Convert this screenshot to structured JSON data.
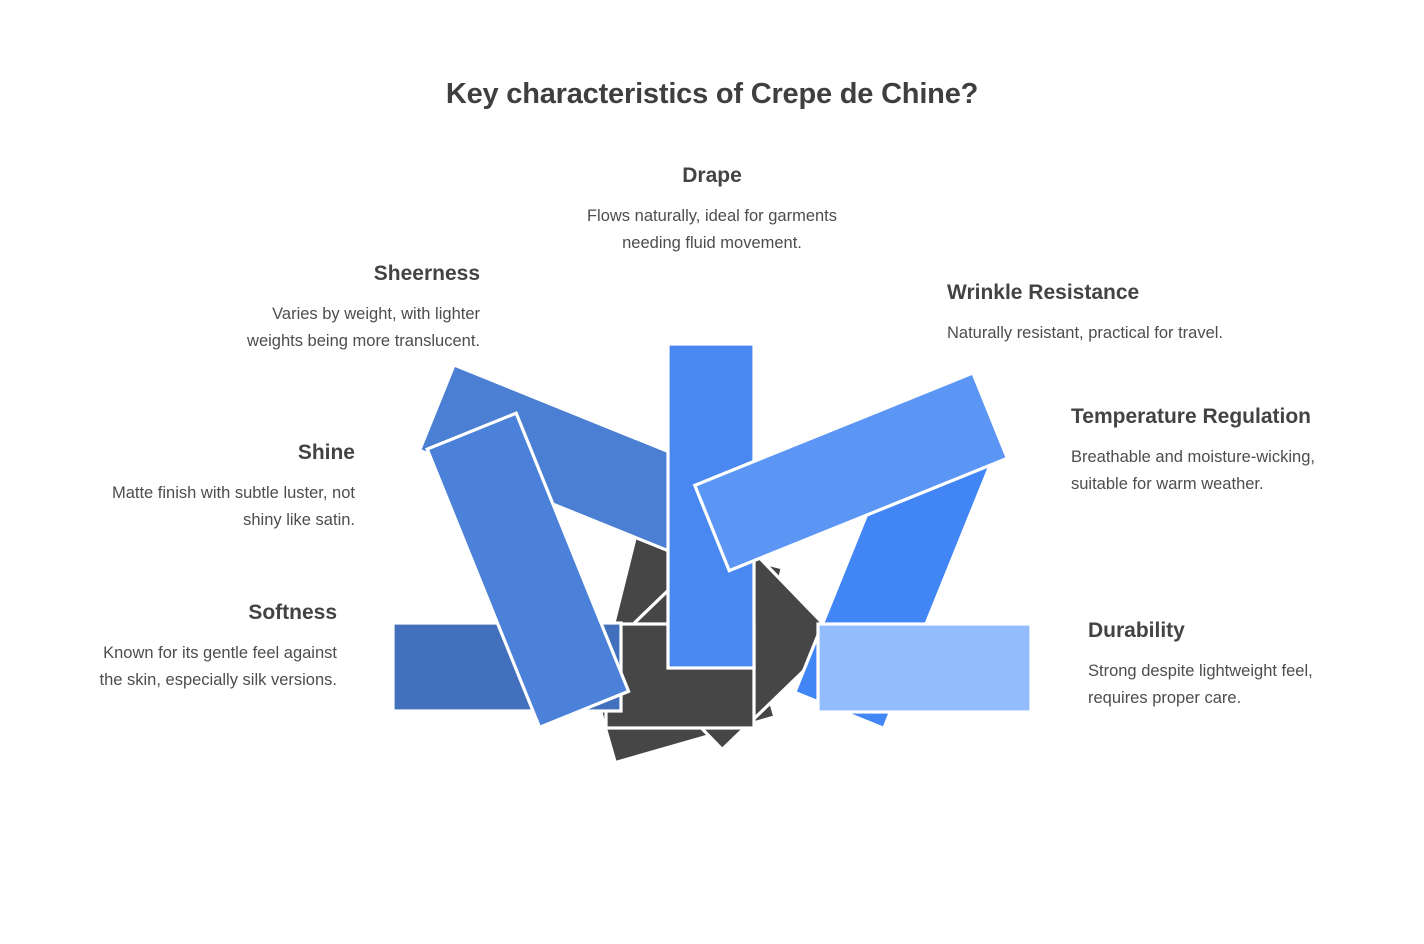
{
  "page": {
    "title": "Key characteristics of Crepe de Chine?",
    "background_color": "#ffffff",
    "title_color": "#3f3f3f",
    "body_text_color": "#4d4d4d"
  },
  "items": [
    {
      "id": "sheerness",
      "title": "Sheerness",
      "description": "Varies by weight, with lighter weights being more translucent.",
      "color": "#4b81d8",
      "align": "right"
    },
    {
      "id": "shine",
      "title": "Shine",
      "description": "Matte finish with subtle luster, not shiny like satin.",
      "color": "#4a7fd3",
      "align": "right"
    },
    {
      "id": "softness",
      "title": "Softness",
      "description": "Known for its gentle feel against the skin, especially silk versions.",
      "color": "#4270bc",
      "align": "right"
    },
    {
      "id": "drape",
      "title": "Drape",
      "description": "Flows naturally, ideal for garments needing fluid movement.",
      "color": "#4988f0",
      "align": "center"
    },
    {
      "id": "wrinkle-resistance",
      "title": "Wrinkle Resistance",
      "description": "Naturally resistant, practical for travel.",
      "color": "#4285f4",
      "align": "left"
    },
    {
      "id": "temperature-regulation",
      "title": "Temperature Regulation",
      "description": "Breathable and moisture-wicking, suitable for warm weather.",
      "color": "#5c96f5",
      "align": "left"
    },
    {
      "id": "durability",
      "title": "Durability",
      "description": "Strong despite lightweight feel, requires proper care.",
      "color": "#93bcfd",
      "align": "left"
    }
  ],
  "graphic": {
    "type": "radial-pinwheel-fan",
    "petal_count": 8,
    "dark_color": "#464646",
    "stroke_color": "#ffffff",
    "colors": [
      "#4270bc",
      "#4a7fd3",
      "#4b81d8",
      "#4988f0",
      "#4285f4",
      "#5c96f5",
      "#93bcfd"
    ]
  }
}
